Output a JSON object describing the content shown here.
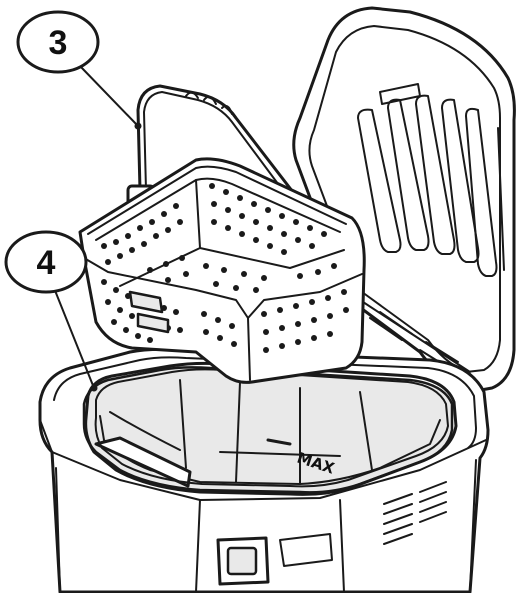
{
  "callouts": [
    {
      "label": "3",
      "part": "basket"
    },
    {
      "label": "4",
      "part": "sealing-ring"
    }
  ],
  "tank_marking": "MAX",
  "colors": {
    "line": "#1a1a1a",
    "background": "#ffffff"
  }
}
